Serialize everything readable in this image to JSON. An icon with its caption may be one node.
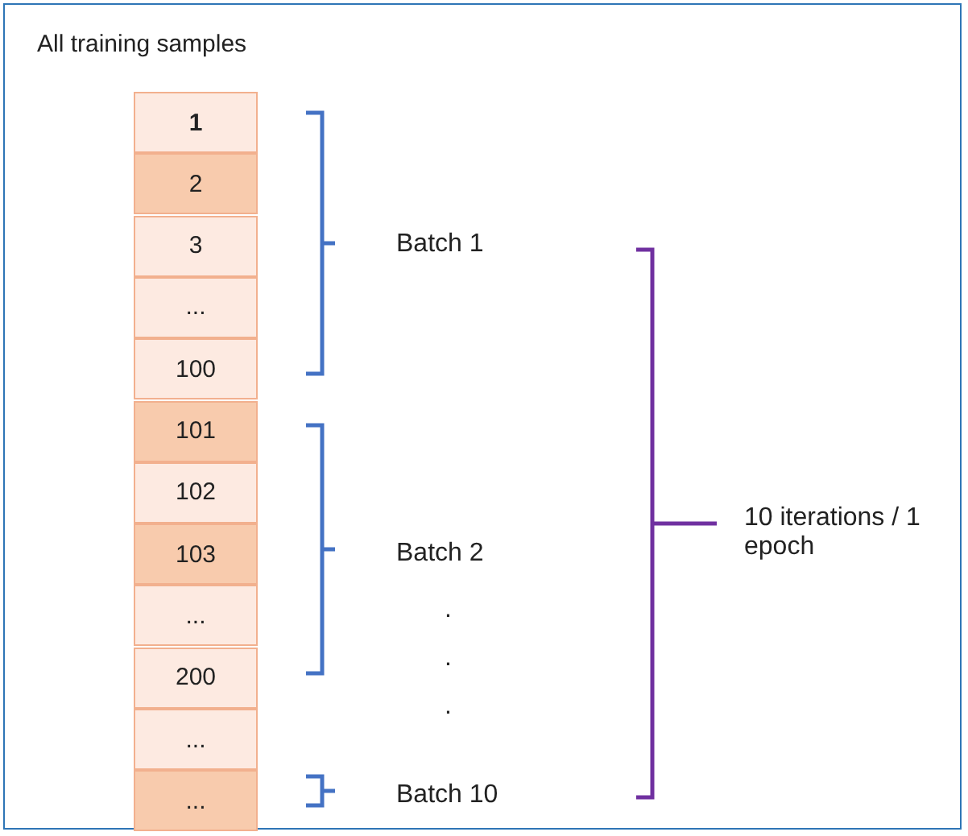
{
  "diagram": {
    "nodes": [
      {
        "text": [
          "All training samples"
        ]
      },
      {
        "text": [
          "1"
        ],
        "in": 0
      },
      {
        "text": [
          "2"
        ],
        "in": 0
      },
      {
        "text": [
          "3"
        ],
        "in": 0
      },
      {
        "text": [
          "..."
        ],
        "in": 0
      },
      {
        "text": [
          "100"
        ],
        "in": 0
      },
      {
        "text": [
          "101"
        ],
        "in": 0
      },
      {
        "text": [
          "102"
        ],
        "in": 0
      },
      {
        "text": [
          "103"
        ],
        "in": 0
      },
      {
        "text": [
          "..."
        ],
        "in": 0
      },
      {
        "text": [
          "200"
        ],
        "in": 0
      },
      {
        "text": [
          "..."
        ],
        "in": 0
      },
      {
        "text": [
          "..."
        ],
        "in": 0
      }
    ],
    "labels": [
      "Batch 1",
      "10 iterations / 1 epoch",
      "Batch 2",
      ".",
      ".",
      ".",
      "Batch 10"
    ]
  }
}
